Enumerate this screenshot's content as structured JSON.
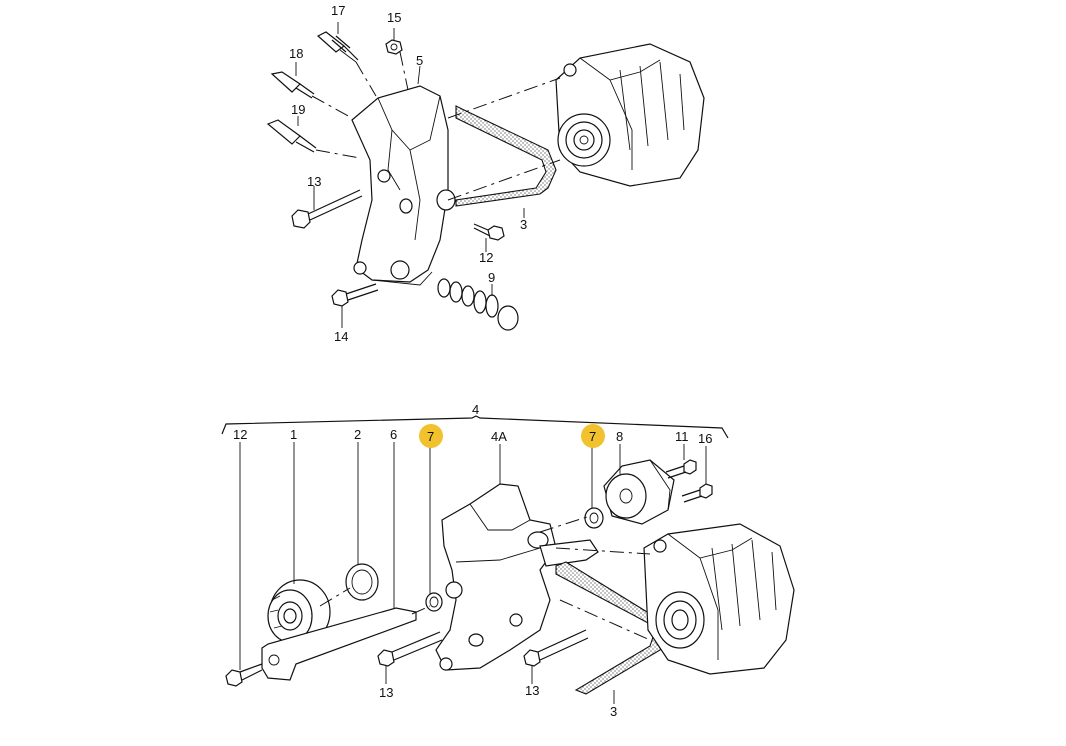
{
  "diagram": {
    "labels": {
      "p17": "17",
      "p15": "15",
      "p5": "5",
      "p18": "18",
      "p19": "19",
      "p13a": "13",
      "p3a": "3",
      "p12a": "12",
      "p9": "9",
      "p14": "14",
      "p4": "4",
      "p12b": "12",
      "p1": "1",
      "p2": "2",
      "p6": "6",
      "p7a": "7",
      "p4A": "4A",
      "p7b": "7",
      "p8": "8",
      "p11": "11",
      "p16": "16",
      "p13b": "13",
      "p13c": "13",
      "p3b": "3"
    },
    "highlight_color": "#f2c12e"
  }
}
